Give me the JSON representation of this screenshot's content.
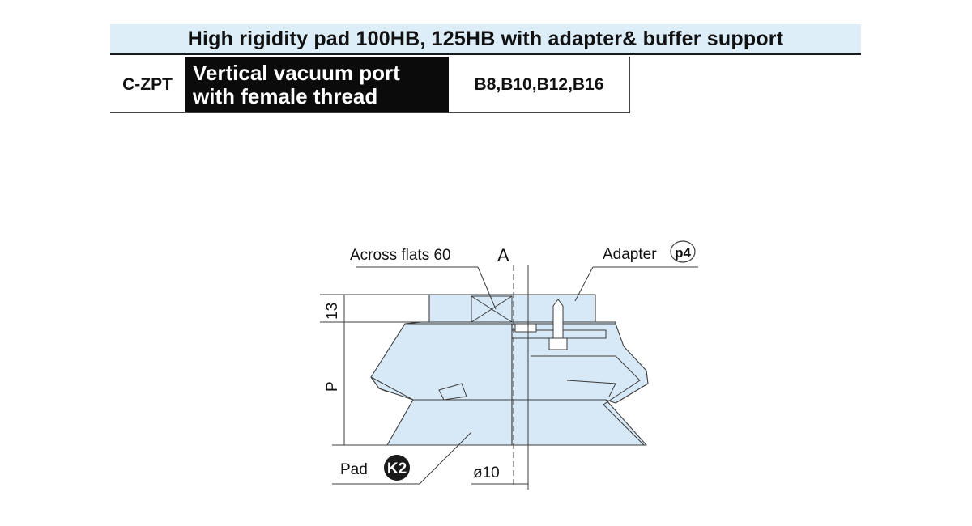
{
  "header": {
    "title": "High rigidity pad 100HB, 125HB with adapter& buffer support"
  },
  "spec": {
    "code": "C-ZPT",
    "description_line1": "Vertical vacuum port",
    "description_line2": "with female thread",
    "sizes": "B8,B10,B12,B16"
  },
  "diagram": {
    "across_flats": "Across flats 60",
    "section_mark": "A",
    "adapter_label": "Adapter",
    "adapter_ref": "p4",
    "dim_13": "13",
    "dim_p": "P",
    "pad_label": "Pad",
    "pad_ref": "K2",
    "dia_label": "ø10"
  },
  "colors": {
    "part_fill": "#d7e9f7",
    "line": "#3c3c3c",
    "ref_badge_fill": "#1a1a1a"
  }
}
